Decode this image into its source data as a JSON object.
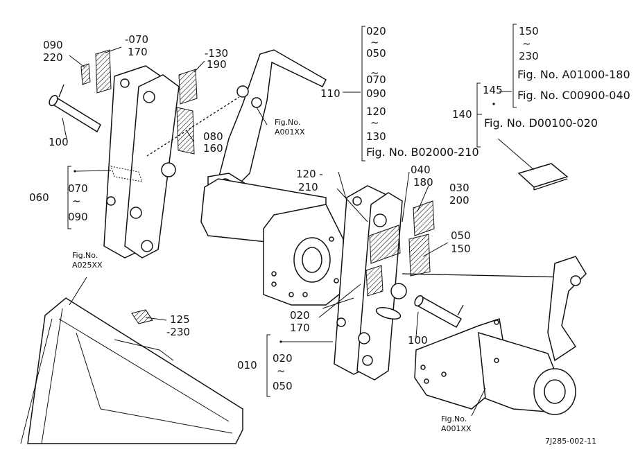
{
  "labels": {
    "l090": "090",
    "l220": "220",
    "l070a": "-070",
    "l170a": "170",
    "l130": "-130",
    "l190": "190",
    "l100a": "100",
    "l080": "080",
    "l160": "160",
    "l060": "060",
    "l070b": "070",
    "tilde_a": "~",
    "l090b": "090",
    "fig_a001xx_top": "Fig.No.",
    "fig_a001xx_top_code": "A001XX",
    "r020": "020",
    "r_t1": "~",
    "r050": "050",
    "r070": "070",
    "r_t2": "~",
    "r090": "090",
    "r120": "120",
    "r_t3": "~",
    "r130": "130",
    "r_fig": "Fig. No. B02000-210",
    "l110": "110",
    "g150": "150",
    "g_t1": "~",
    "g230": "230",
    "g_fig1": "Fig. No. A01000-180",
    "g_fig2": "Fig. No. C00900-040",
    "l145": "145",
    "l140": "140",
    "g_fig3": "Fig. No. D00100-020",
    "l120": "120 -",
    "l210": "210",
    "l040": "040",
    "l180": "180",
    "l030": "030",
    "l200": "200",
    "l050": "050",
    "l150": "150",
    "fig_a025xx": "Fig.No.",
    "fig_a025xx_code": "A025XX",
    "l125": "125",
    "l230": "-230",
    "l020": "020",
    "l170b": "170",
    "l100b": "100",
    "l010": "010",
    "l020b": "020",
    "tilde_b": "~",
    "l050b": "050",
    "fig_a001xx_bot": "Fig.No.",
    "fig_a001xx_bot_code": "A001XX",
    "drawing_code": "7J285-002-11"
  }
}
